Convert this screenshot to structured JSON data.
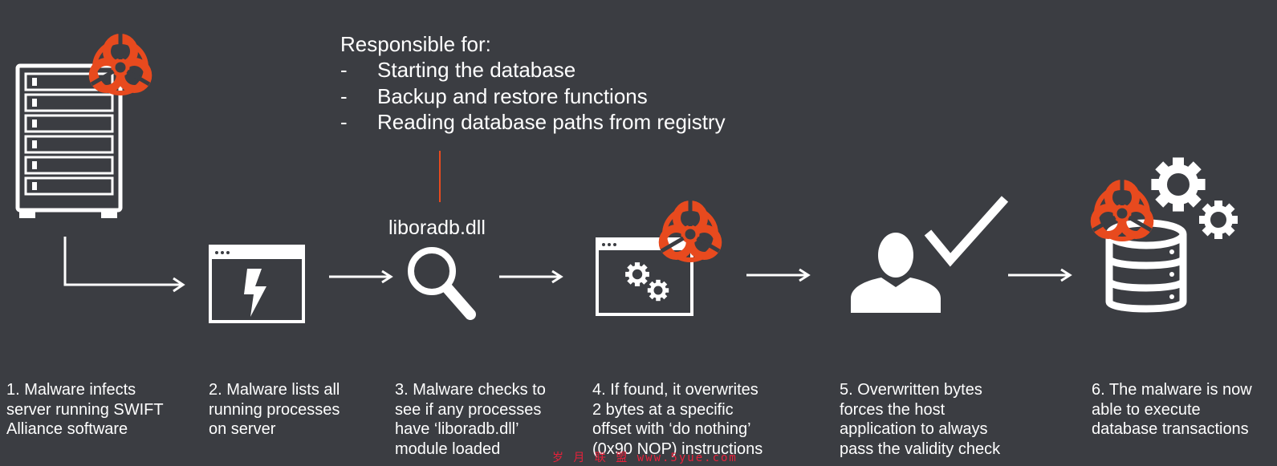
{
  "header": {
    "title": "Responsible for:",
    "items": [
      "Starting the database",
      "Backup and restore functions",
      "Reading database paths from registry"
    ],
    "bullet": "-"
  },
  "module_label": "liboradb.dll",
  "steps": [
    "1. Malware infects\nserver running SWIFT\nAlliance software",
    "2. Malware lists all\nrunning processes\non server",
    "3. Malware checks to\nsee if any processes\nhave ‘liboradb.dll’\nmodule loaded",
    "4. If found, it overwrites\n2 bytes at a specific\noffset with ‘do nothing’\n(0x90 NOP) instructions",
    "5. Overwritten bytes\nforces the host\napplication to always\npass the validity check",
    "6. The malware is now\nable to execute\ndatabase transactions"
  ],
  "watermark": "岁 月 联 盟  www.5yue.com",
  "icons": [
    "server-rack-icon",
    "biohazard-icon",
    "window-lightning-icon",
    "magnifier-icon",
    "window-gears-icon",
    "user-icon",
    "checkmark-icon",
    "database-icon",
    "gears-icon"
  ],
  "colors": {
    "background": "#3b3d42",
    "foreground": "#ffffff",
    "accent": "#e84a1e"
  }
}
